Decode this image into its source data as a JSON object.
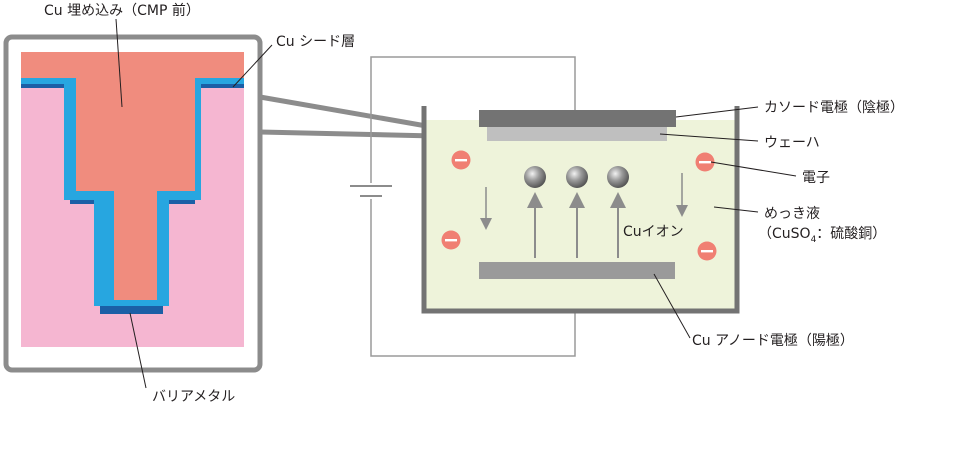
{
  "labels": {
    "cu_fill": "Cu 埋め込み（CMP 前）",
    "cu_seed": "Cu シード層",
    "barrier_metal": "バリアメタル",
    "cathode": "カソード電極（陰極）",
    "wafer": "ウェーハ",
    "electron": "電子",
    "plating_solution": "めっき液",
    "plating_solution_detail_pre": "（CuSO",
    "plating_solution_detail_sub": "4",
    "plating_solution_detail_post": "：硫酸銅）",
    "cu_ion": "Cuイオン",
    "anode": "Cu アノード電極（陽極）"
  },
  "colors": {
    "dielectric": "#f5b6d1",
    "copper": "#f08c7e",
    "seed_layer": "#27a6e0",
    "barrier": "#1b5fa6",
    "frame": "#8c8c8c",
    "solution": "#eef3da",
    "electrode": "#737373",
    "wafer": "#bfbfbf",
    "ion": "#6b6b6b",
    "electron_fill": "#f07f73"
  }
}
